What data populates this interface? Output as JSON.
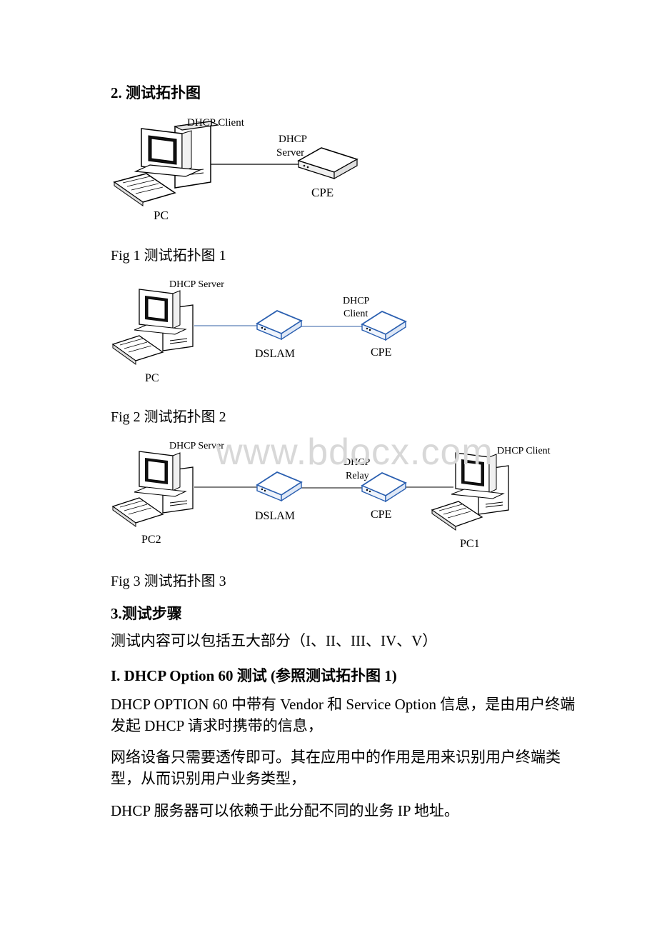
{
  "sections": {
    "topology_heading": "2. 测试拓扑图",
    "steps_heading": "3.测试步骤"
  },
  "fig1": {
    "caption": "Fig 1 测试拓扑图 1",
    "pc_role": "DHCP Client",
    "pc_label": "PC",
    "cpe_role_line1": "DHCP",
    "cpe_role_line2": "Server",
    "cpe_label": "CPE"
  },
  "fig2": {
    "caption": "Fig 2 测试拓扑图 2",
    "pc_role": "DHCP Server",
    "pc_label": "PC",
    "dslam_label": "DSLAM",
    "cpe_role_line1": "DHCP",
    "cpe_role_line2": "Client",
    "cpe_label": "CPE"
  },
  "fig3": {
    "caption": "Fig 3 测试拓扑图 3",
    "pc2_role": "DHCP Server",
    "pc2_label": "PC2",
    "dslam_label": "DSLAM",
    "cpe_role_line1": "DHCP",
    "cpe_role_line2": "Relay",
    "cpe_label": "CPE",
    "pc1_role": "DHCP Client",
    "pc1_label": "PC1"
  },
  "watermark": "www.bdocx.com",
  "content": {
    "intro": "测试内容可以包括五大部分（I、II、III、IV、V）",
    "section1_heading": "I.  DHCP Option 60 测试 (参照测试拓扑图 1)",
    "para1": "DHCP OPTION 60 中带有 Vendor 和 Service Option 信息，是由用户终端发起 DHCP 请求时携带的信息，",
    "para2": "网络设备只需要透传即可。其在应用中的作用是用来识别用户终端类型，从而识别用户业务类型，",
    "para3": "DHCP 服务器可以依赖于此分配不同的业务 IP 地址。"
  },
  "colors": {
    "line": "#000000",
    "blue_line": "#5b7fb8",
    "device_outline": "#2a5fb0",
    "watermark": "#d8d8d8"
  }
}
